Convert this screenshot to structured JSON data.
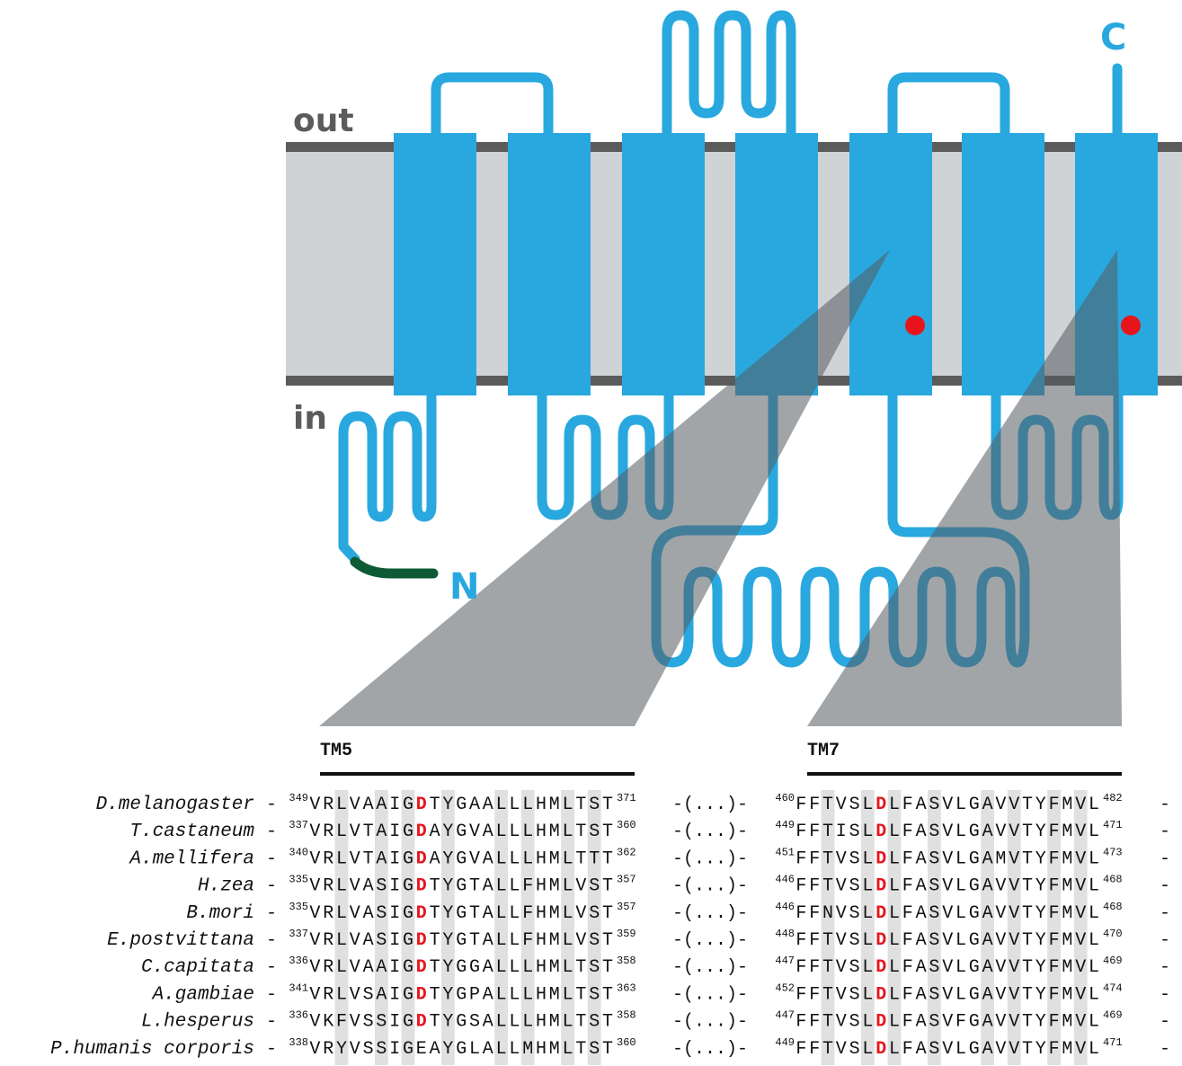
{
  "labels": {
    "out": "out",
    "in": "in",
    "n_term": "N",
    "c_term": "C",
    "tm5": "TM5",
    "tm7": "TM7"
  },
  "colors": {
    "helix": "#29a8df",
    "membrane": "#d0d3d6",
    "membrane_edge": "#5b5b5b",
    "n_tail": "#0d5a34",
    "highlight": "#e8141c",
    "callout": "#555b60",
    "column_shade": "#e0e0e0"
  },
  "separator": "-(...)-",
  "dash": "-",
  "alignment": [
    {
      "species": "D.melanogaster",
      "tm5_start": "349",
      "tm5_seq": "VRLVAAIGDTYGAALLLHMLTST",
      "tm5_end": "371",
      "tm7_start": "460",
      "tm7_seq": "FFTVSLDLFASVLGAVVTYFMVL",
      "tm7_end": "482"
    },
    {
      "species": "T.castaneum",
      "tm5_start": "337",
      "tm5_seq": "VRLVTAIGDAYGVALLLHMLTST",
      "tm5_end": "360",
      "tm7_start": "449",
      "tm7_seq": "FFTISLDLFASVLGAVVTYFMVL",
      "tm7_end": "471"
    },
    {
      "species": "A.mellifera",
      "tm5_start": "340",
      "tm5_seq": "VRLVTAIGDAYGVALLLHMLTTT",
      "tm5_end": "362",
      "tm7_start": "451",
      "tm7_seq": "FFTVSLDLFASVLGAMVTYFMVL",
      "tm7_end": "473"
    },
    {
      "species": "H.zea",
      "tm5_start": "335",
      "tm5_seq": "VRLVASIGDTYGTALLFHMLVST",
      "tm5_end": "357",
      "tm7_start": "446",
      "tm7_seq": "FFTVSLDLFASVLGAVVTYFMVL",
      "tm7_end": "468"
    },
    {
      "species": "B.mori",
      "tm5_start": "335",
      "tm5_seq": "VRLVASIGDTYGTALLFHMLVST",
      "tm5_end": "357",
      "tm7_start": "446",
      "tm7_seq": "FFNVSLDLFASVLGAVVTYFMVL",
      "tm7_end": "468"
    },
    {
      "species": "E.postvittana",
      "tm5_start": "337",
      "tm5_seq": "VRLVASIGDTYGTALLFHMLVST",
      "tm5_end": "359",
      "tm7_start": "448",
      "tm7_seq": "FFTVSLDLFASVLGAVVTYFMVL",
      "tm7_end": "470"
    },
    {
      "species": "C.capitata",
      "tm5_start": "336",
      "tm5_seq": "VRLVAAIGDTYGGALLLHMLTST",
      "tm5_end": "358",
      "tm7_start": "447",
      "tm7_seq": "FFTVSLDLFASVLGAVVTYFMVL",
      "tm7_end": "469"
    },
    {
      "species": "A.gambiae",
      "tm5_start": "341",
      "tm5_seq": "VRLVSAIGDTYGPALLLHMLTST",
      "tm5_end": "363",
      "tm7_start": "452",
      "tm7_seq": "FFTVSLDLFASVLGAVVTYFMVL",
      "tm7_end": "474"
    },
    {
      "species": "L.hesperus",
      "tm5_start": "336",
      "tm5_seq": "VKFVSSIGDTYGSALLLHMLTST",
      "tm5_end": "358",
      "tm7_start": "447",
      "tm7_seq": "FFTVSLDLFASVFGAVVTYFMVL",
      "tm7_end": "469"
    },
    {
      "species": "P.humanis corporis",
      "tm5_start": "338",
      "tm5_seq": "VRYVSSIGEAYGLALLMHMLTST",
      "tm5_end": "360",
      "tm7_start": "449",
      "tm7_seq": "FFTVSLDLFASVLGAVVTYFMVL",
      "tm7_end": "471"
    }
  ],
  "shaded_columns": [
    2,
    5,
    7,
    10,
    14,
    16,
    19,
    21
  ],
  "highlight_rules": [
    {
      "block": "tm5",
      "position": 8,
      "residue": "D"
    },
    {
      "block": "tm7",
      "position": 6,
      "residue": "D"
    }
  ]
}
